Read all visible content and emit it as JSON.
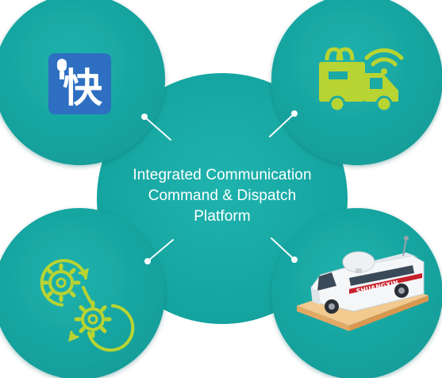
{
  "center": {
    "line1": "Integrated Communication",
    "line2": "Command & Dispatch",
    "line3": "Platform"
  },
  "satellites": {
    "top_left": {
      "icon": "kuai-app-icon",
      "glyph": "快"
    },
    "top_right": {
      "icon": "delivery-truck-wifi-icon"
    },
    "bottom_left": {
      "icon": "gear-cycle-icon"
    },
    "bottom_right": {
      "icon": "broadcast-van-icon",
      "van_text": "SHUANGXIN"
    }
  },
  "colors": {
    "circle_teal": "#1aa9a5",
    "circle_teal_dark": "#0f8f8c",
    "accent_green": "#b8d432",
    "app_blue": "#2e6fc2",
    "connector": "#ffffff"
  }
}
